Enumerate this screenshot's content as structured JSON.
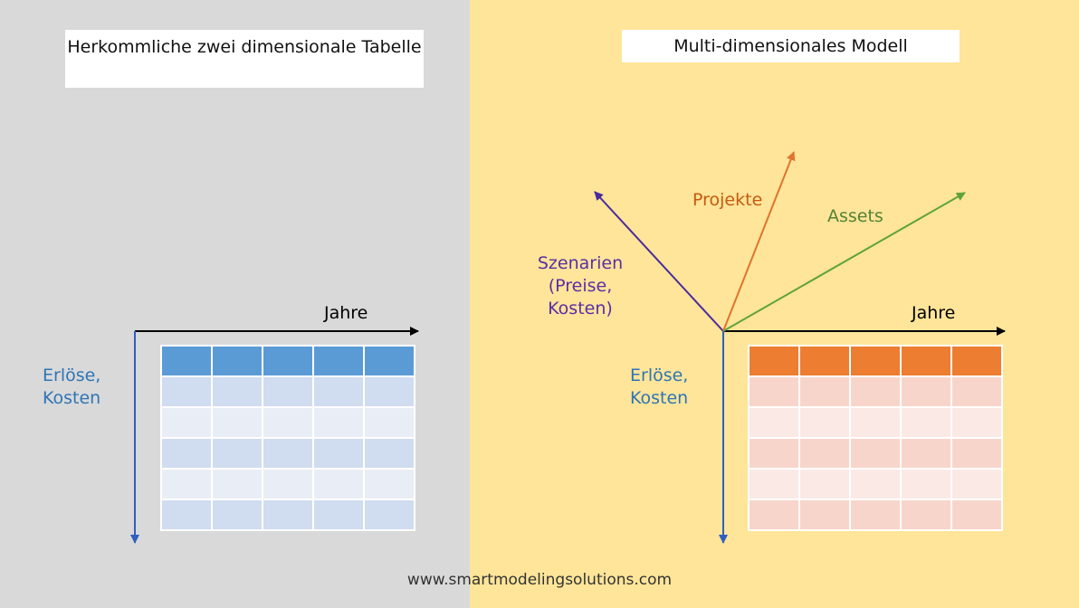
{
  "left": {
    "title": "Herkommliche zwei dimensionale Tabelle",
    "x_axis_label": "Jahre",
    "y_axis_label_line1": "Erlöse,",
    "y_axis_label_line2": "Kosten"
  },
  "right": {
    "title": "Multi-dimensionales Modell",
    "x_axis_label": "Jahre",
    "y_axis_label_line1": "Erlöse,",
    "y_axis_label_line2": "Kosten",
    "axis_scenarios_line1": "Szenarien",
    "axis_scenarios_line2": "(Preise,",
    "axis_scenarios_line3": "Kosten)",
    "axis_projects": "Projekte",
    "axis_assets": "Assets"
  },
  "footer": "www.smartmodelingsolutions.com",
  "colors": {
    "left_bg": "#d9d9d9",
    "right_bg": "#fee599",
    "blue_header": "#5b9bd5",
    "blue_row_dark": "#d0dcef",
    "blue_row_light": "#e9eef6",
    "orange_header": "#ed7d31",
    "orange_row_dark": "#f8d5cb",
    "orange_row_light": "#fbe9e5"
  },
  "table": {
    "columns": 5,
    "body_rows": 5
  }
}
